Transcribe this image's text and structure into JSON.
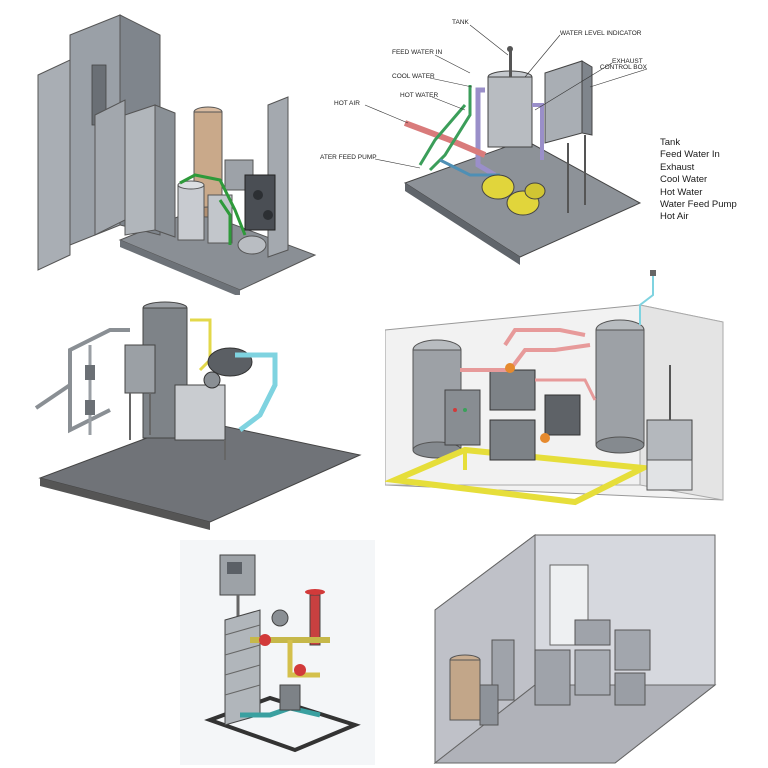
{
  "panel2": {
    "callouts": {
      "tank": "TANK",
      "feed_water_in": "FEED WATER IN",
      "water_level_indicator": "WATER LEVEL INDICATOR",
      "cool_water": "COOL WATER",
      "exhaust": "EXHAUST",
      "control_box": "CONTROL BOX",
      "hot_air": "HOT AIR",
      "hot_water": "HOT WATER",
      "water_feed_pump": "ATER FEED PUMP"
    },
    "legend": [
      "Tank",
      "Feed Water In",
      "Exhaust",
      "Cool Water",
      "Hot Water",
      "Water Feed Pump",
      "Hot Air"
    ]
  },
  "colors": {
    "steel": "#8c9196",
    "tan_tank": "#c9a98a",
    "yellow_frame": "#e6de3a",
    "pink_pipe": "#e79a9a",
    "cyan_pipe": "#7fd3e0",
    "purple_pipe": "#9a8fc9",
    "green_pipe": "#2e9a3a",
    "red_valve": "#d23a3a"
  }
}
